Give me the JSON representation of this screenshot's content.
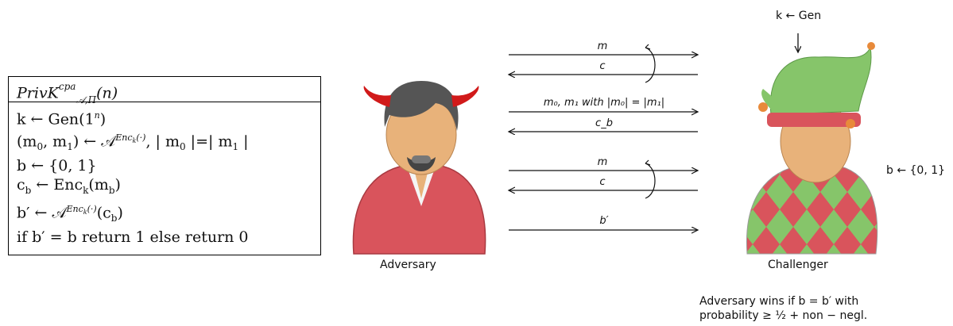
{
  "experiment": {
    "title_base": "PrivK",
    "title_sup": "cpa",
    "title_sub": "𝒜,Π",
    "title_arg": "(n)",
    "lines": [
      {
        "pre": "k ← Gen(1",
        "sup": "n",
        "post": ")"
      },
      {
        "pre": "(m",
        "mid": "0",
        "a": ", m",
        "b": "1",
        "c": ") ← 𝒜",
        "sup": "Enc",
        "supsub": "k",
        "supend": "(·)",
        "post": ", | m",
        "p2": "0",
        "p3": " |=| m",
        "p4": "1",
        "p5": " |"
      },
      {
        "pre": "b ← {0, 1}"
      },
      {
        "pre": "c",
        "sub": "b",
        "mid": " ← Enc",
        "sub2": "k",
        "post": "(m",
        "sub3": "b",
        "end": ")"
      },
      {
        "pre": "b′ ← 𝒜",
        "sup": "Enc",
        "supsub": "k",
        "supend": "(·)",
        "post": "(c",
        "sub": "b",
        "end": ")"
      },
      {
        "pre": "if b′ = b return 1 else return 0"
      }
    ]
  },
  "diagram": {
    "adversary_label": "Adversary",
    "challenger_label": "Challenger",
    "key_gen_label": "k ← Gen",
    "b_choice_label": "b ← {0, 1}",
    "messages": {
      "m1": "m",
      "c1": "c",
      "m01": "m₀, m₁ with |m₀| = |m₁|",
      "cb": "c_b",
      "m2": "m",
      "c2": "c",
      "bprime": "b′"
    },
    "win_condition_line1": "Adversary wins if b = b′ with",
    "win_condition_line2": "probability ≥ ½ + non − negl."
  },
  "colors": {
    "adversary_shirt": "#d9545c",
    "adversary_hair": "#555555",
    "horns": "#d11a1a",
    "skin": "#e8b27a",
    "challenger_green": "#86c56a",
    "challenger_red": "#d9545c"
  }
}
